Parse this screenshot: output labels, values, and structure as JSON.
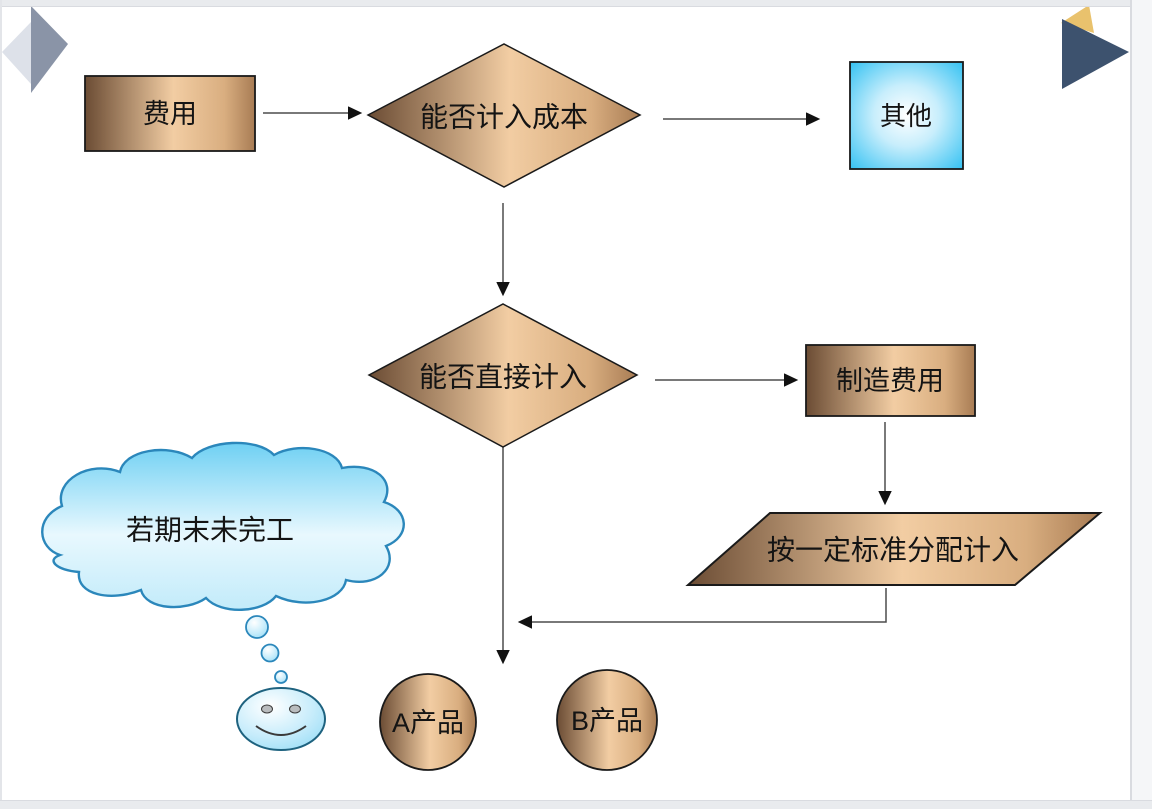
{
  "nodes": {
    "expense": {
      "label": "费用"
    },
    "cost_decision": {
      "label": "能否计入成本"
    },
    "other": {
      "label": "其他"
    },
    "direct_decision": {
      "label": "能否直接计入"
    },
    "manufacturing": {
      "label": "制造费用"
    },
    "allocation": {
      "label": "按一定标准分配计入"
    },
    "product_a": {
      "label": "A产品"
    },
    "product_b": {
      "label": "B产品"
    }
  },
  "callout": {
    "note": {
      "label": "若期末未完工"
    }
  },
  "colors": {
    "tan_dark": "#6b4c34",
    "tan_light": "#f2cda3",
    "tan_edge": "#a87c54",
    "shape_border": "#1a1a1a",
    "blue_edge": "#35c4f3",
    "blue_center": "#ffffff",
    "cloud_outline": "#2b87bb",
    "cloud_top": "#6fd0f3",
    "cloud_light": "#e8f8fe",
    "smiley_outline": "#1e627f",
    "arrow_line": "#4d4d4d",
    "arrow_head": "#111111",
    "deco_gray_light": "#dde1e9",
    "deco_gray_dark": "#8a94a7",
    "deco_gold": "#e9c26d",
    "deco_navy": "#3d526e",
    "frame_gray": "#e9ebee"
  }
}
